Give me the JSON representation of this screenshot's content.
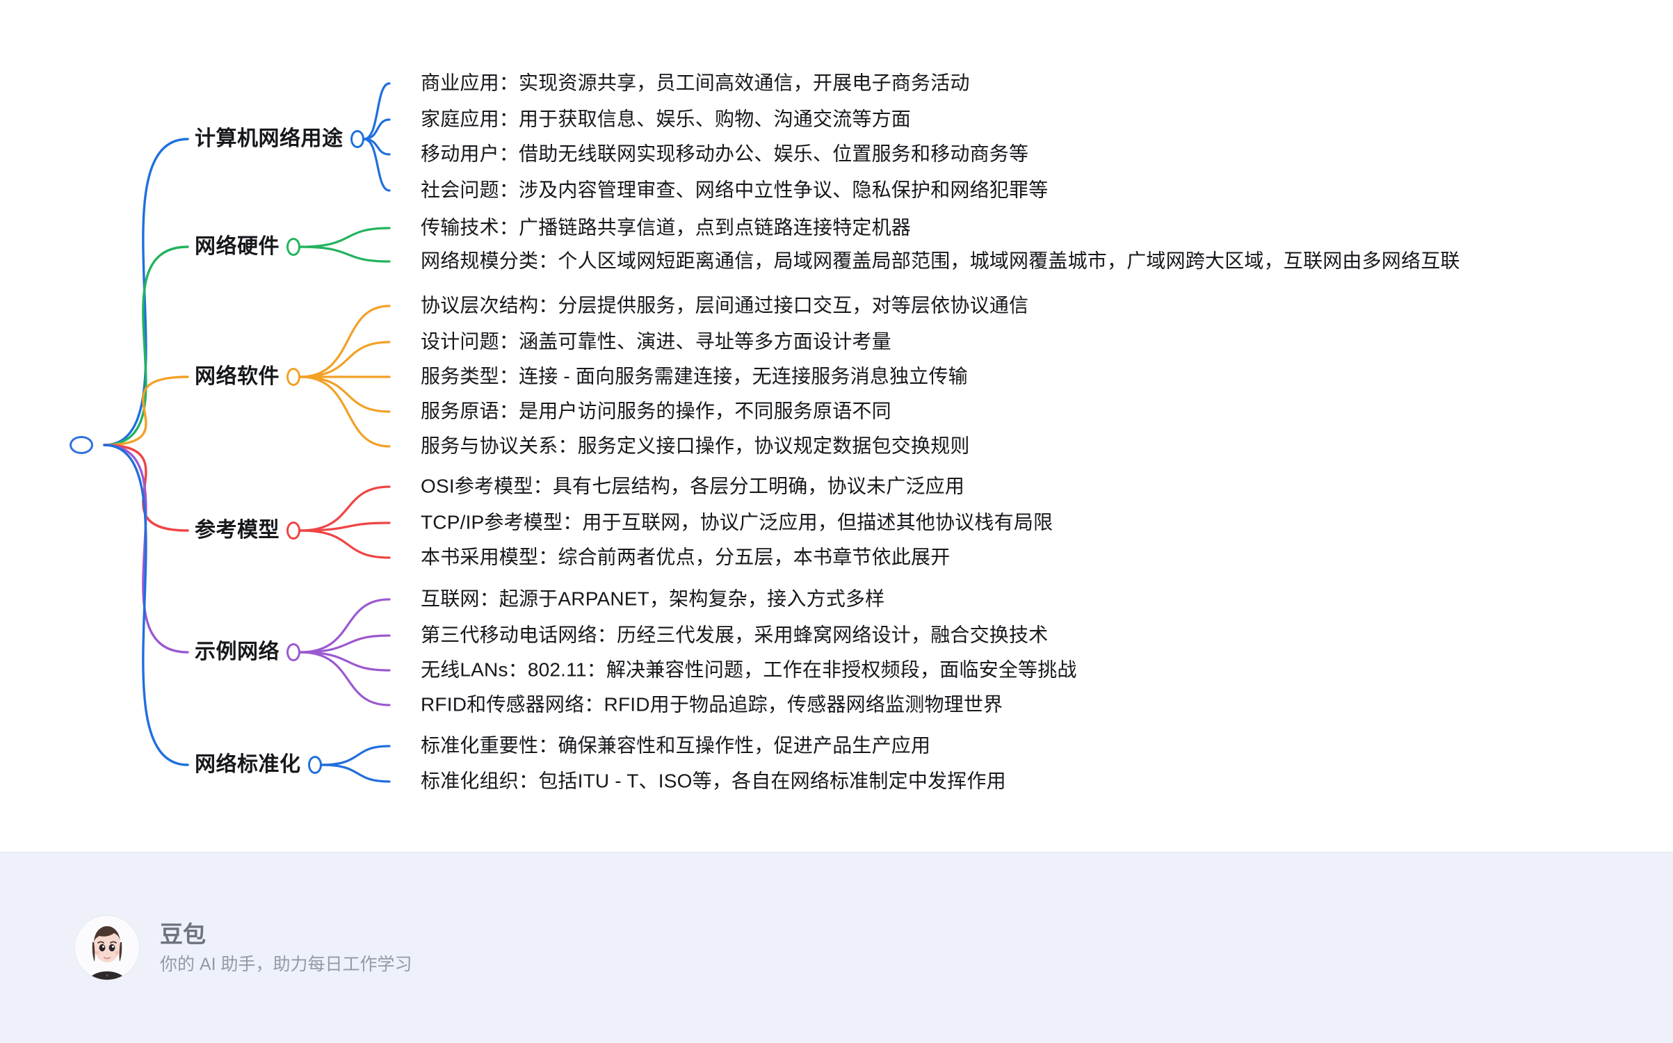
{
  "colors": {
    "root_stroke": "#2f6fe0",
    "branch_blue": "#1f6fdd",
    "branch_green": "#22b35e",
    "branch_orange": "#f2a127",
    "branch_red": "#ef4444",
    "branch_purple": "#9b59d0",
    "branch_blue2": "#1f6fdd",
    "text": "#16181c",
    "footer_bg": "#eef1f9",
    "footer_title": "#6e727e",
    "footer_sub": "#9499a6"
  },
  "mindmap": {
    "root": {
      "label": ""
    },
    "branches": [
      {
        "label": "计算机网络用途",
        "color": "#1f6fdd",
        "children": [
          "商业应用：实现资源共享，员工间高效通信，开展电子商务活动",
          "家庭应用：用于获取信息、娱乐、购物、沟通交流等方面",
          "移动用户：借助无线联网实现移动办公、娱乐、位置服务和移动商务等",
          "社会问题：涉及内容管理审查、网络中立性争议、隐私保护和网络犯罪等"
        ]
      },
      {
        "label": "网络硬件",
        "color": "#22b35e",
        "children": [
          "传输技术：广播链路共享信道，点到点链路连接特定机器",
          "网络规模分类：个人区域网短距离通信，局域网覆盖局部范围，城域网覆盖城市，广域网跨大区域，互联网由多网络互联"
        ]
      },
      {
        "label": "网络软件",
        "color": "#f2a127",
        "children": [
          "协议层次结构：分层提供服务，层间通过接口交互，对等层依协议通信",
          "设计问题：涵盖可靠性、演进、寻址等多方面设计考量",
          "服务类型：连接 - 面向服务需建连接，无连接服务消息独立传输",
          "服务原语：是用户访问服务的操作，不同服务原语不同",
          "服务与协议关系：服务定义接口操作，协议规定数据包交换规则"
        ]
      },
      {
        "label": "参考模型",
        "color": "#ef4444",
        "children": [
          "OSI参考模型：具有七层结构，各层分工明确，协议未广泛应用",
          "TCP/IP参考模型：用于互联网，协议广泛应用，但描述其他协议栈有局限",
          "本书采用模型：综合前两者优点，分五层，本书章节依此展开"
        ]
      },
      {
        "label": "示例网络",
        "color": "#9b59d0",
        "children": [
          "互联网：起源于ARPANET，架构复杂，接入方式多样",
          "第三代移动电话网络：历经三代发展，采用蜂窝网络设计，融合交换技术",
          "无线LANs：802.11：解决兼容性问题，工作在非授权频段，面临安全等挑战",
          "RFID和传感器网络：RFID用于物品追踪，传感器网络监测物理世界"
        ]
      },
      {
        "label": "网络标准化",
        "color": "#1f6fdd",
        "children": [
          "标准化重要性：确保兼容性和互操作性，促进产品生产应用",
          "标准化组织：包括ITU - T、ISO等，各自在网络标准制定中发挥作用"
        ]
      }
    ]
  },
  "footer": {
    "name": "豆包",
    "tagline": "你的 AI 助手，助力每日工作学习"
  }
}
